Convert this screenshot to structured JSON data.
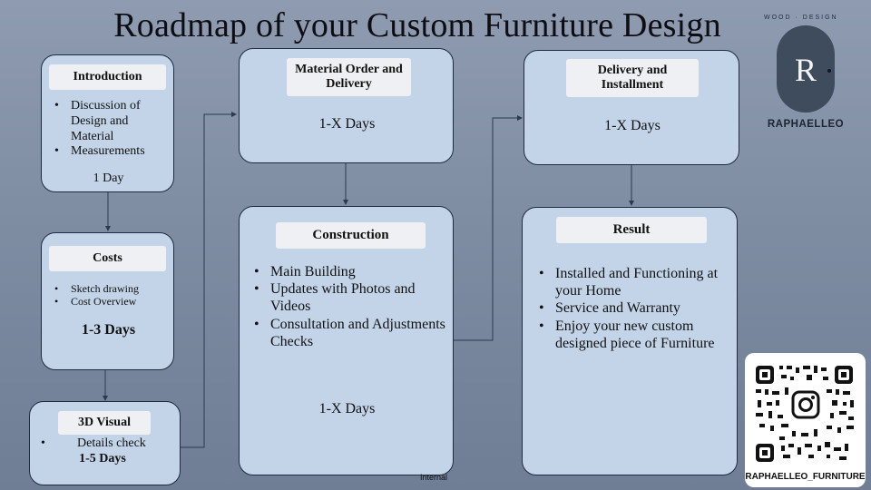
{
  "title": "Roadmap of your Custom Furniture Design",
  "steps": {
    "introduction": {
      "label": "Introduction",
      "items": [
        "Discussion of Design and Material",
        "Measurements"
      ],
      "days": "1 Day"
    },
    "costs": {
      "label": "Costs",
      "items": [
        "Sketch drawing",
        "Cost Overview"
      ],
      "days": "1-3 Days"
    },
    "visual3d": {
      "label": "3D Visual",
      "items": [
        "Details check"
      ],
      "days": "1-5 Days"
    },
    "material": {
      "label": "Material Order and Delivery",
      "days": "1-X Days"
    },
    "construction": {
      "label": "Construction",
      "items": [
        "Main Building",
        "Updates with Photos and Videos",
        "Consultation and Adjustments Checks"
      ],
      "days": "1-X Days"
    },
    "delivery": {
      "label": "Delivery and Installment",
      "days": "1-X Days"
    },
    "result": {
      "label": "Result",
      "items": [
        "Installed and Functioning at your Home",
        "Service and Warranty",
        "Enjoy your new custom designed piece of Furniture"
      ]
    }
  },
  "logo": {
    "letter": "R",
    "arc_text": "WOOD · DESIGN",
    "brand": "RAPHAELLEO"
  },
  "qr": {
    "caption": "RAPHAELLEO_FURNITURE"
  },
  "footer": "Internal"
}
